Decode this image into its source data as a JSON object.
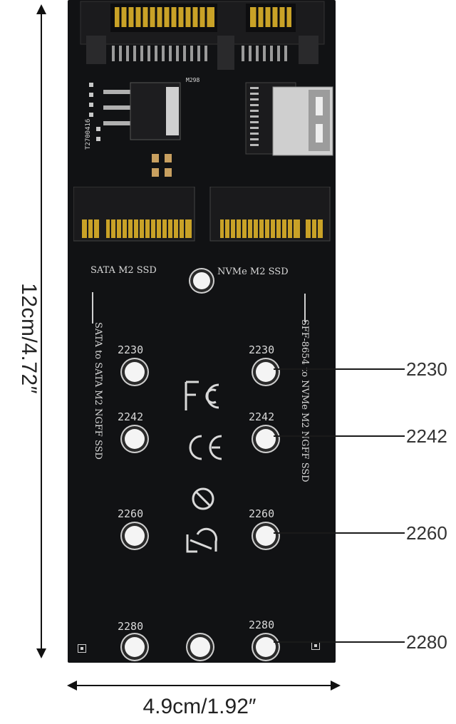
{
  "dimensions": {
    "height_label": "12cm/4.72″",
    "width_label": "4.9cm/1.92″"
  },
  "board": {
    "sata_label": "SATA M2 SSD",
    "nvme_label": "NVMe M2 SSD",
    "left_vertical_label": "SATA to SATA M2 NGFF SSD",
    "right_vertical_label": "SFF-8654 to NVMe M2 NGFF SSD",
    "chip_label": "M298",
    "date_code": "T2700416",
    "sizes_left": [
      "2230",
      "2242",
      "2260",
      "2280"
    ],
    "sizes_right": [
      "2230",
      "2242",
      "2260",
      "2280"
    ]
  },
  "callouts": [
    "2230",
    "2242",
    "2260",
    "2280"
  ],
  "colors": {
    "pcb": "#111214",
    "gold": "#c9a227",
    "silkscreen": "#d9d9d9",
    "background": "#ffffff"
  }
}
